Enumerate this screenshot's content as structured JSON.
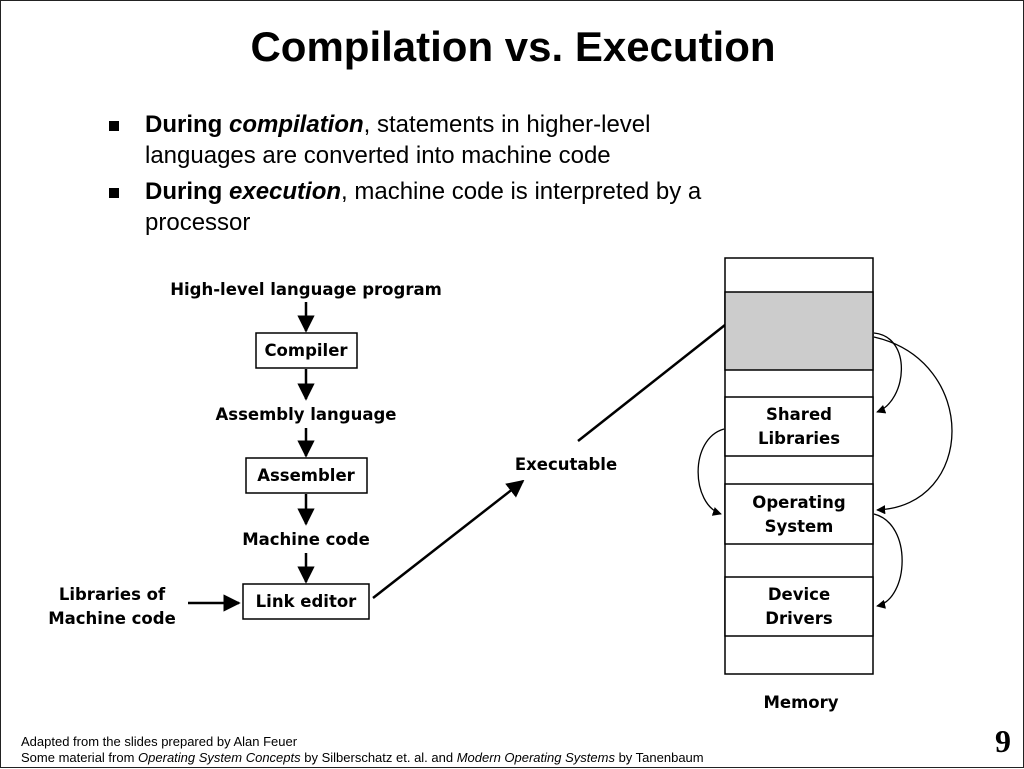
{
  "title": "Compilation vs. Execution",
  "bullets": [
    {
      "lead": "During ",
      "term": "compilation",
      "rest1": ", statements in higher-level",
      "rest2": "languages are converted into machine code"
    },
    {
      "lead": "During ",
      "term": "execution",
      "rest1": ", machine code is interpreted by a",
      "rest2": "processor"
    }
  ],
  "diagram": {
    "high_level": "High-level language program",
    "compiler": "Compiler",
    "assembly": "Assembly language",
    "assembler": "Assembler",
    "machine_code": "Machine code",
    "link_editor": "Link editor",
    "libraries": [
      "Libraries of",
      "Machine code"
    ],
    "executable": "Executable",
    "memory": {
      "shared": [
        "Shared",
        "Libraries"
      ],
      "os": [
        "Operating",
        "System"
      ],
      "drivers": [
        "Device",
        "Drivers"
      ],
      "label": "Memory",
      "highlight_color": "#cccccc"
    }
  },
  "footer": {
    "line1": "Adapted from the slides prepared by Alan Feuer",
    "line2_a": "Some material from ",
    "line2_b": "Operating System Concepts",
    "line2_c": " by Silberschatz et. al. and ",
    "line2_d": "Modern Operating Systems",
    "line2_e": " by Tanenbaum"
  },
  "page_number": "9"
}
